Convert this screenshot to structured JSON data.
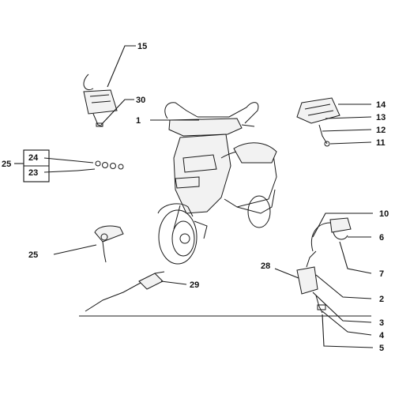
{
  "callouts": {
    "c15": "15",
    "c30": "30",
    "c1": "1",
    "c14": "14",
    "c13": "13",
    "c12": "12",
    "c11": "11",
    "c25a": "25",
    "c24": "24",
    "c23": "23",
    "c25b": "25",
    "c10": "10",
    "c6": "6",
    "c7": "7",
    "c28": "28",
    "c2": "2",
    "c3": "3",
    "c4": "4",
    "c5": "5",
    "c29": "29"
  }
}
